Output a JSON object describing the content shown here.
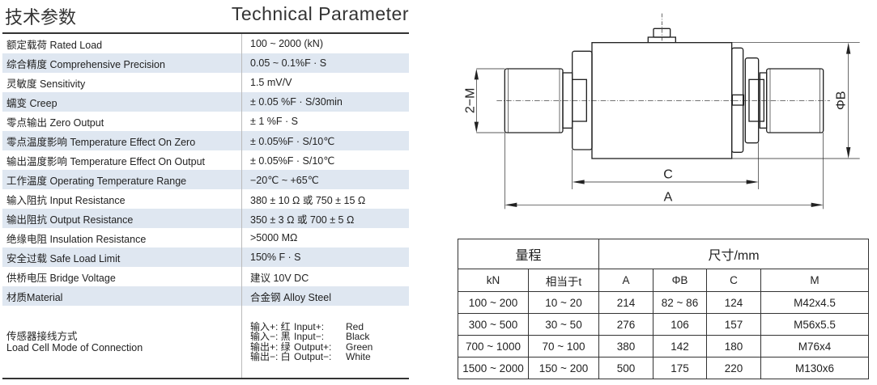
{
  "header": {
    "title_cn": "技术参数",
    "title_en": "Technical Parameter"
  },
  "specs": [
    {
      "label": "额定载荷 Rated Load",
      "value": "100 ~ 2000 (kN)"
    },
    {
      "label": "综合精度 Comprehensive Precision",
      "value": "0.05 ~ 0.1%F · S"
    },
    {
      "label": "灵敏度 Sensitivity",
      "value": "1.5 mV/V"
    },
    {
      "label": "蠕变 Creep",
      "value": "± 0.05 %F · S/30min"
    },
    {
      "label": "零点输出 Zero Output",
      "value": "± 1 %F · S"
    },
    {
      "label": "零点温度影响 Temperature Effect On Zero",
      "value": "± 0.05%F · S/10℃"
    },
    {
      "label": "输出温度影响 Temperature Effect On Output",
      "value": "± 0.05%F · S/10℃"
    },
    {
      "label": "工作温度 Operating Temperature Range",
      "value": "−20℃ ~ +65℃"
    },
    {
      "label": "输入阻抗 Input Resistance",
      "value": "380 ± 10 Ω 或 750 ± 15 Ω"
    },
    {
      "label": "输出阻抗 Output Resistance",
      "value": "350 ± 3 Ω  或 700 ± 5 Ω"
    },
    {
      "label": "绝缘电阻 Insulation Resistance",
      "value": ">5000 MΩ"
    },
    {
      "label": "安全过载 Safe Load Limit",
      "value": "150% F · S"
    },
    {
      "label": "供桥电压 Bridge Voltage",
      "value": "建议 10V DC"
    },
    {
      "label": "材质Material",
      "value": "合金钢 Alloy Steel"
    }
  ],
  "connection": {
    "label_cn": "传感器接线方式",
    "label_en": "Load Cell Mode of Connection",
    "wires": [
      {
        "cn": "输入+: 红",
        "en": "Input+:",
        "color": "Red"
      },
      {
        "cn": "输入−: 黑",
        "en": "Input−:",
        "color": "Black"
      },
      {
        "cn": "输出+: 绿",
        "en": "Output+:",
        "color": "Green"
      },
      {
        "cn": "输出−: 白",
        "en": "Output−:",
        "color": "White"
      }
    ]
  },
  "drawing": {
    "label_m": "2−M",
    "label_b": "ΦB",
    "label_c": "C",
    "label_a": "A"
  },
  "dim_table": {
    "group_headers": [
      "量程",
      "尺寸/mm"
    ],
    "headers": [
      "kN",
      "相当于t",
      "A",
      "ΦB",
      "C",
      "M"
    ],
    "rows": [
      [
        "100 ~ 200",
        "10 ~ 20",
        "214",
        "82 ~ 86",
        "124",
        "M42x4.5"
      ],
      [
        "300 ~ 500",
        "30 ~ 50",
        "276",
        "106",
        "157",
        "M56x5.5"
      ],
      [
        "700 ~ 1000",
        "70 ~ 100",
        "380",
        "142",
        "180",
        "M76x4"
      ],
      [
        "1500 ~ 2000",
        "150 ~ 200",
        "500",
        "175",
        "220",
        "M130x6"
      ]
    ]
  }
}
